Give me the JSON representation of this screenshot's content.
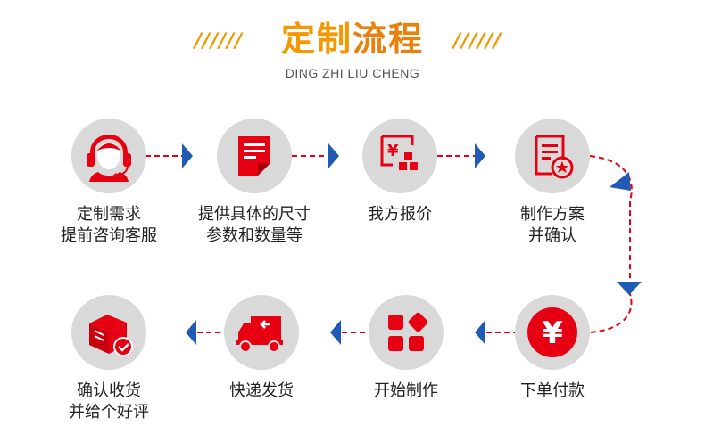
{
  "header": {
    "slashes_left": "//////",
    "slashes_right": "//////",
    "title_light": "定制",
    "title_strong": "流程",
    "subtitle": "DING ZHI LIU CHENG"
  },
  "colors": {
    "accent_orange": "#f39800",
    "icon_red": "#e60012",
    "circle_gray": "#d9d9d9",
    "arrow_blue": "#1f5bb5",
    "dash_red": "#e60012"
  },
  "steps": [
    {
      "icon": "customer-service-icon",
      "line1": "定制需求",
      "line2": "提前咨询客服"
    },
    {
      "icon": "document-icon",
      "line1": "提供具体的尺寸",
      "line2": "参数和数量等"
    },
    {
      "icon": "quote-icon",
      "line1": "我方报价",
      "line2": ""
    },
    {
      "icon": "contract-icon",
      "line1": "制作方案",
      "line2": "并确认"
    },
    {
      "icon": "yen-icon",
      "line1": "下单付款",
      "line2": ""
    },
    {
      "icon": "production-icon",
      "line1": "开始制作",
      "line2": ""
    },
    {
      "icon": "delivery-truck-icon",
      "line1": "快递发货",
      "line2": ""
    },
    {
      "icon": "received-box-icon",
      "line1": "确认收货",
      "line2": "并给个好评"
    }
  ]
}
